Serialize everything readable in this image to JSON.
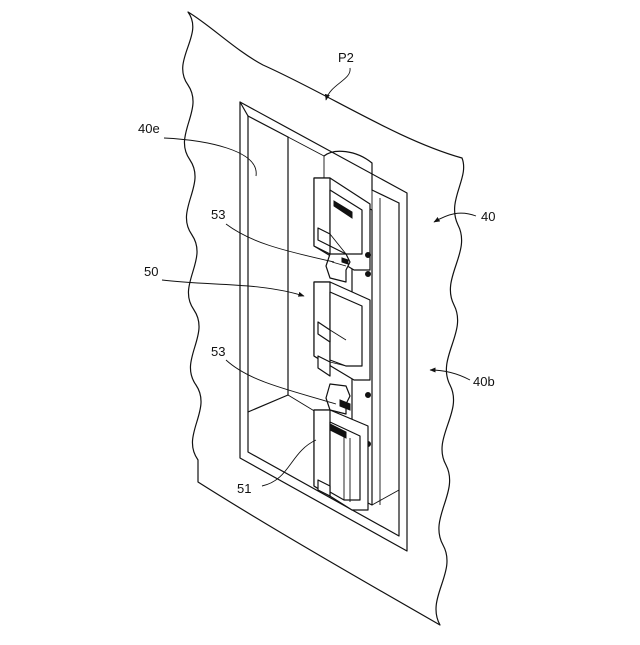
{
  "figure": {
    "labels": {
      "p2": "P2",
      "l40e": "40e",
      "l40": "40",
      "l53_top": "53",
      "l50": "50",
      "l53_bottom": "53",
      "l40b": "40b",
      "l51": "51"
    }
  }
}
